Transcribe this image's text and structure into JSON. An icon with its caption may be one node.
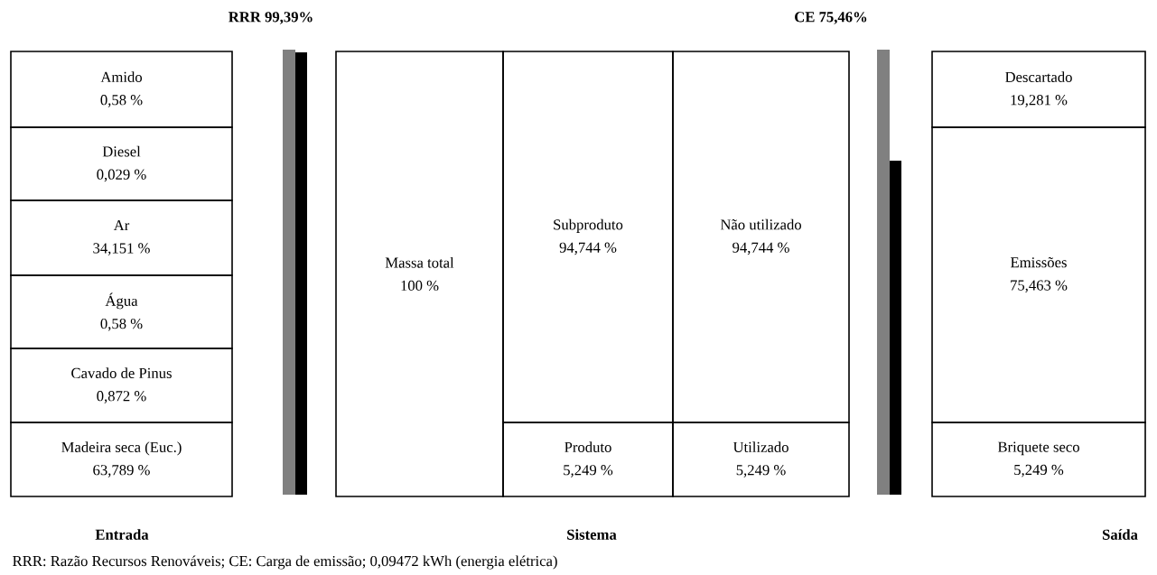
{
  "diagram": {
    "caption": "RRR: Razão Recursos Renováveis; CE: Carga de emissão; 0,09472 kWh (energia elétrica)",
    "nodes": [
      {
        "text": [
          "Amido",
          "0,58 %"
        ]
      },
      {
        "text": [
          "Diesel",
          "0,029 %"
        ]
      },
      {
        "text": [
          "Ar",
          "34,151 %"
        ]
      },
      {
        "text": [
          "Água",
          "0,58 %"
        ]
      },
      {
        "text": [
          "Cavado de Pinus",
          "0,872 %"
        ]
      },
      {
        "text": [
          "Madeira seca (Euc.)",
          "63,789 %"
        ]
      },
      {
        "text": [
          "Massa total",
          "100 %"
        ]
      },
      {
        "text": [
          "Subproduto",
          "94,744 %"
        ]
      },
      {
        "text": [
          "Não utilizado",
          "94,744 %"
        ]
      },
      {
        "text": [
          "Produto",
          "5,249 %"
        ]
      },
      {
        "text": [
          "Utilizado",
          "5,249 %"
        ]
      },
      {
        "text": [
          "Descartado",
          "19,281 %"
        ]
      },
      {
        "text": [
          "Emissões",
          "75,463 %"
        ]
      },
      {
        "text": [
          "Briquete seco",
          "5,249 %"
        ]
      }
    ],
    "labels": [
      "RRR 99,39%",
      "CE 75,46%",
      "Entrada",
      "Sistema",
      "Saída"
    ]
  }
}
